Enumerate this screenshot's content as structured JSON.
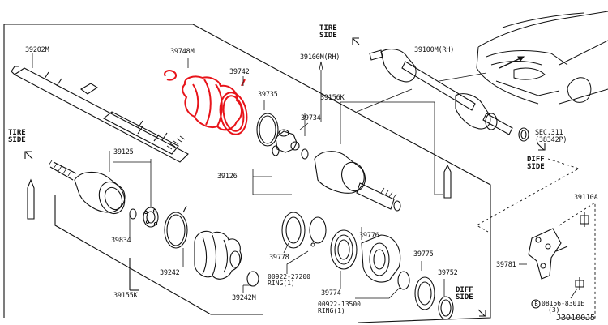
{
  "colors": {
    "line": "#111111",
    "highlight": "#e8141a",
    "background": "#ffffff"
  },
  "labels": {
    "p39202M": "39202M",
    "p39748M": "39748M",
    "p39742": "39742",
    "p39100M_RH_a": "39100M(RH)",
    "p39156K": "39156K",
    "p39735": "39735",
    "p39734": "39734",
    "p39125": "39125",
    "p39126": "39126",
    "p39155K": "39155K",
    "p39834": "39834",
    "p39242": "39242",
    "p39242M": "39242M",
    "p39778": "39778",
    "p39776": "39776",
    "p39774": "39774",
    "p39775": "39775",
    "p39752": "39752",
    "p39100M_RH_b": "39100M(RH)",
    "p39110A": "39110A",
    "p39781": "39781",
    "sec": "SEC.311",
    "sec_ref": "(38342P)",
    "ring1_a": "00922-27200",
    "ring1_b": "RING(1)",
    "ring2_a": "00922-13500",
    "ring2_b": "RING(1)",
    "bolt_a": "08156-8301E",
    "bolt_b": "(3)",
    "bolt_symbol": "B"
  },
  "side_labels": {
    "tire_side": "TIRE\nSIDE",
    "diff_side": "DIFF\nSIDE"
  },
  "diagram_code": "J39100J5"
}
